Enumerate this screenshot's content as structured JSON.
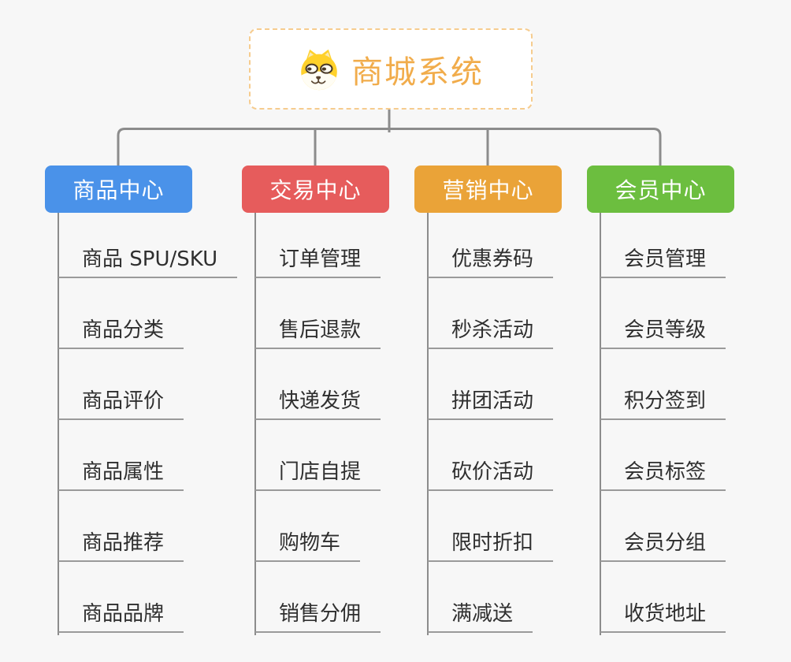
{
  "root": {
    "title": "商城系统",
    "title_color": "#F1AC4B",
    "border_color": "#F6CC8E",
    "icon": "shiba-dog-icon"
  },
  "branches": [
    {
      "label": "商品中心",
      "color": "#4A92E9",
      "items": [
        "商品 SPU/SKU",
        "商品分类",
        "商品评价",
        "商品属性",
        "商品推荐",
        "商品品牌"
      ]
    },
    {
      "label": "交易中心",
      "color": "#E65C5C",
      "items": [
        "订单管理",
        "售后退款",
        "快递发货",
        "门店自提",
        "购物车",
        "销售分佣"
      ]
    },
    {
      "label": "营销中心",
      "color": "#EAA338",
      "items": [
        "优惠券码",
        "秒杀活动",
        "拼团活动",
        "砍价活动",
        "限时折扣",
        "满减送"
      ]
    },
    {
      "label": "会员中心",
      "color": "#6CBE3F",
      "items": [
        "会员管理",
        "会员等级",
        "积分签到",
        "会员标签",
        "会员分组",
        "收货地址"
      ]
    }
  ],
  "connector_color": "#8C8C8C"
}
